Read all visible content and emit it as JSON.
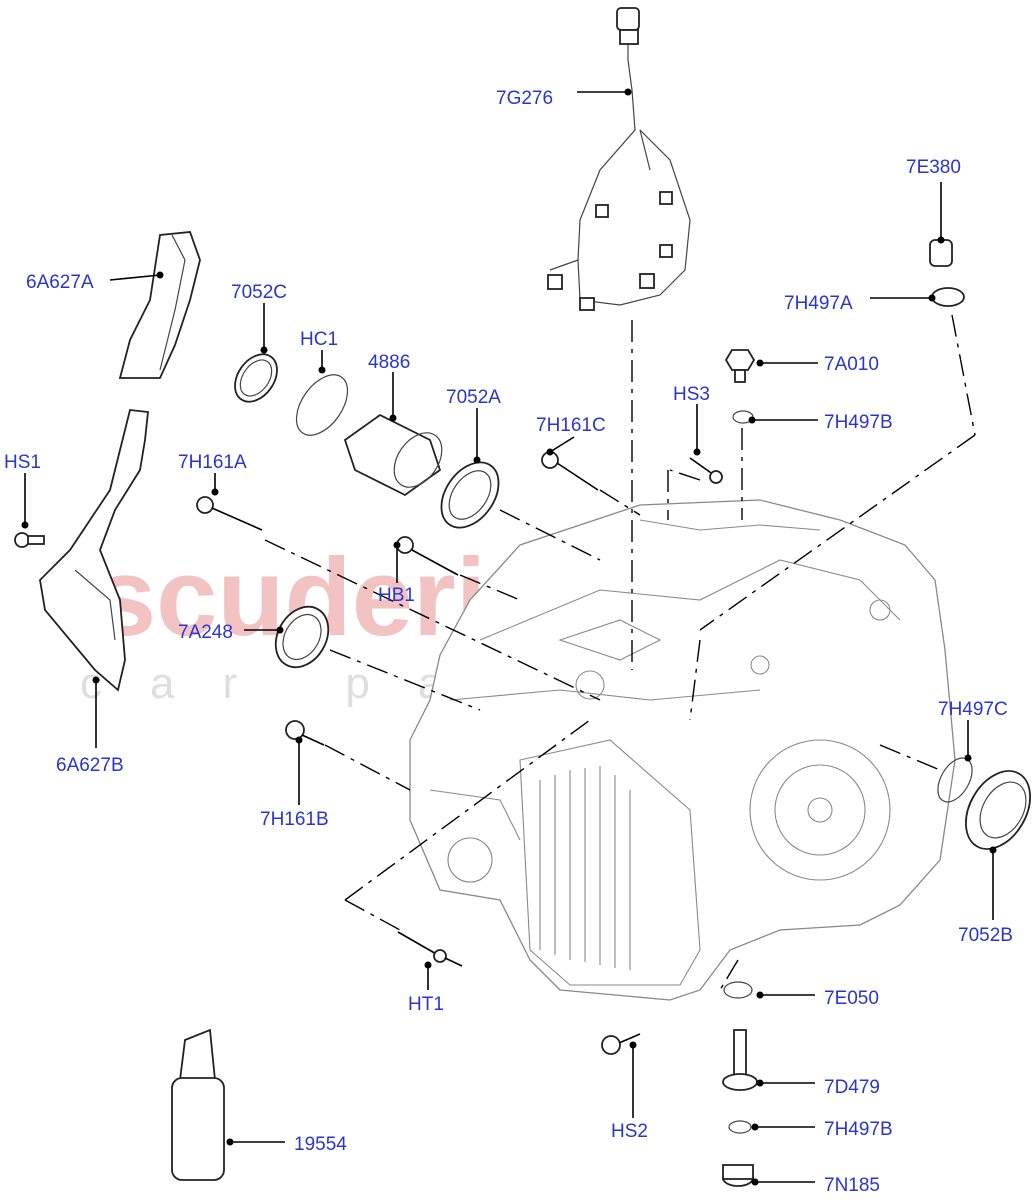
{
  "watermark": {
    "main": "scuderia",
    "sub": "car parts"
  },
  "colors": {
    "label": "#2a35d0",
    "watermark": "#f3c2c2",
    "line": "#000000"
  },
  "labels": {
    "p7G276": "7G276",
    "p7E380": "7E380",
    "p6A627A": "6A627A",
    "p7052C": "7052C",
    "p7H497A": "7H497A",
    "pHC1": "HC1",
    "p4886": "4886",
    "p7A010": "7A010",
    "p7052A": "7052A",
    "pHS3": "HS3",
    "p7H161C": "7H161C",
    "p7H497B_top": "7H497B",
    "pHS1": "HS1",
    "p7H161A": "7H161A",
    "pHB1": "HB1",
    "p7A248": "7A248",
    "p6A627B": "6A627B",
    "p7H497C": "7H497C",
    "p7H161B": "7H161B",
    "p7052B": "7052B",
    "pHT1": "HT1",
    "p7E050": "7E050",
    "p7D479": "7D479",
    "p19554": "19554",
    "pHS2": "HS2",
    "p7H497B_bottom": "7H497B",
    "p7N185": "7N185"
  }
}
